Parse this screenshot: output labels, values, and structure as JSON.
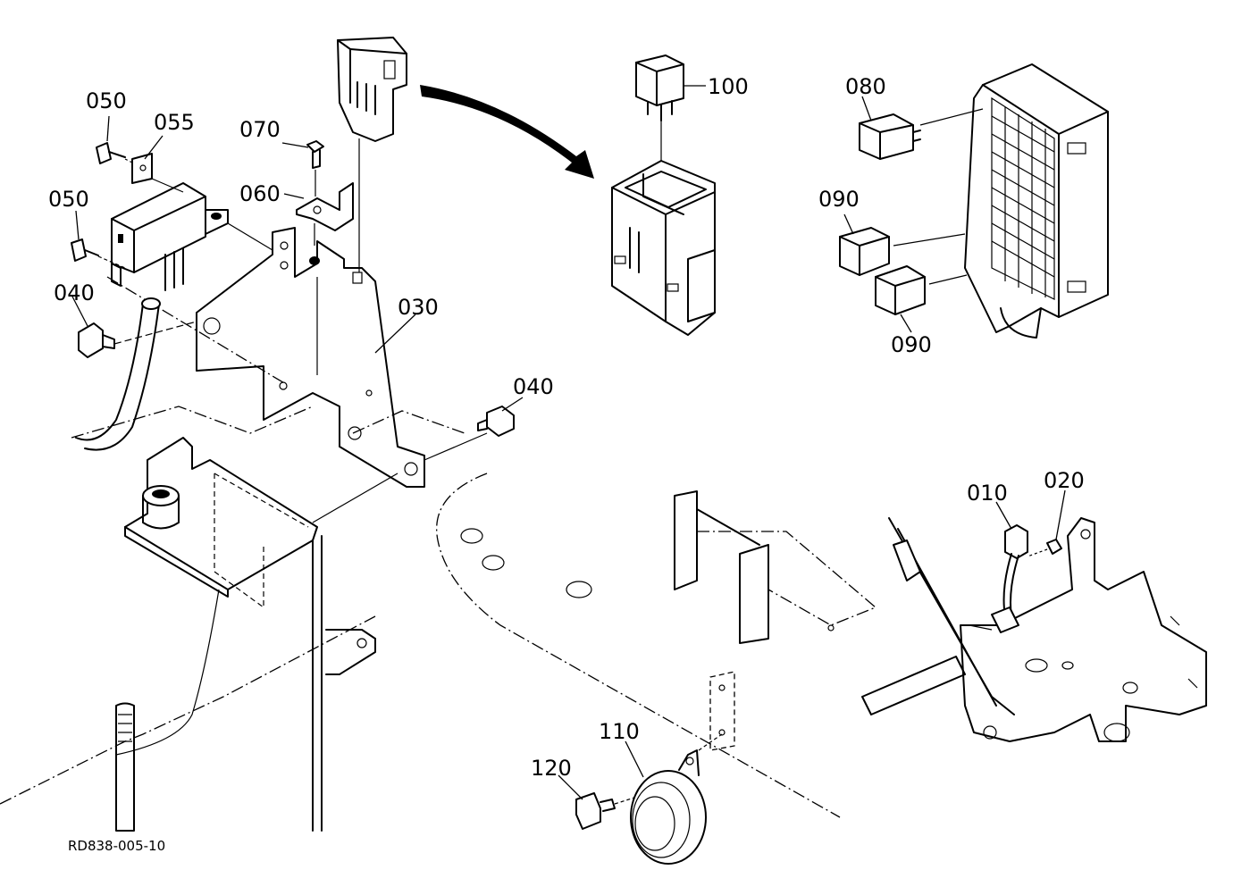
{
  "diagram": {
    "reference": "RD838-005-10",
    "labels": {
      "p010": "010",
      "p020": "020",
      "p030": "030",
      "p040a": "040",
      "p040b": "040",
      "p050a": "050",
      "p050b": "050",
      "p055": "055",
      "p060": "060",
      "p070": "070",
      "p080": "080",
      "p090a": "090",
      "p090b": "090",
      "p100": "100",
      "p110": "110",
      "p120": "120"
    }
  }
}
